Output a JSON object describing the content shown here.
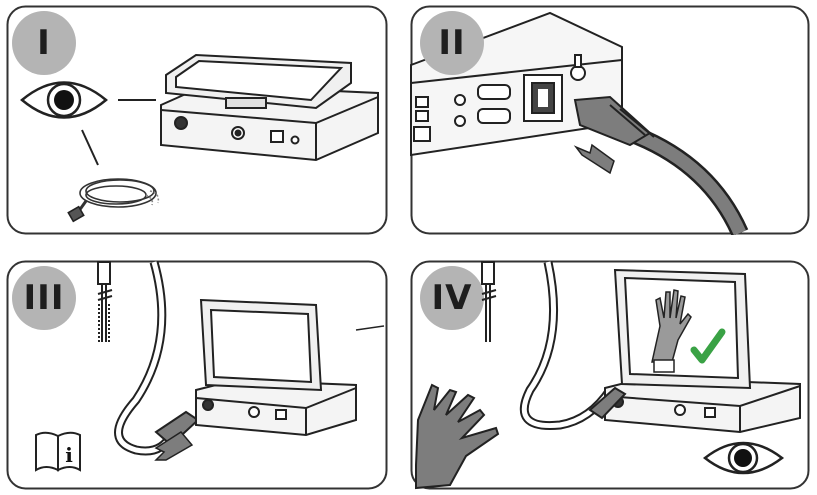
{
  "steps": [
    {
      "label": "I"
    },
    {
      "label": "II"
    },
    {
      "label": "III"
    },
    {
      "label": "IV"
    }
  ],
  "icons": {
    "inspect": "eye-icon",
    "cable": "cable-icon",
    "manual": "manual-info-icon",
    "glove": "glove-icon",
    "approve": "checkmark-icon"
  },
  "colors": {
    "badge": "#b4b4b4",
    "device": "#e8e8e8",
    "check": "#3aa245",
    "glove": "#7d7d7d",
    "stroke": "#2a2a2a"
  },
  "manual_icon_text": "i"
}
